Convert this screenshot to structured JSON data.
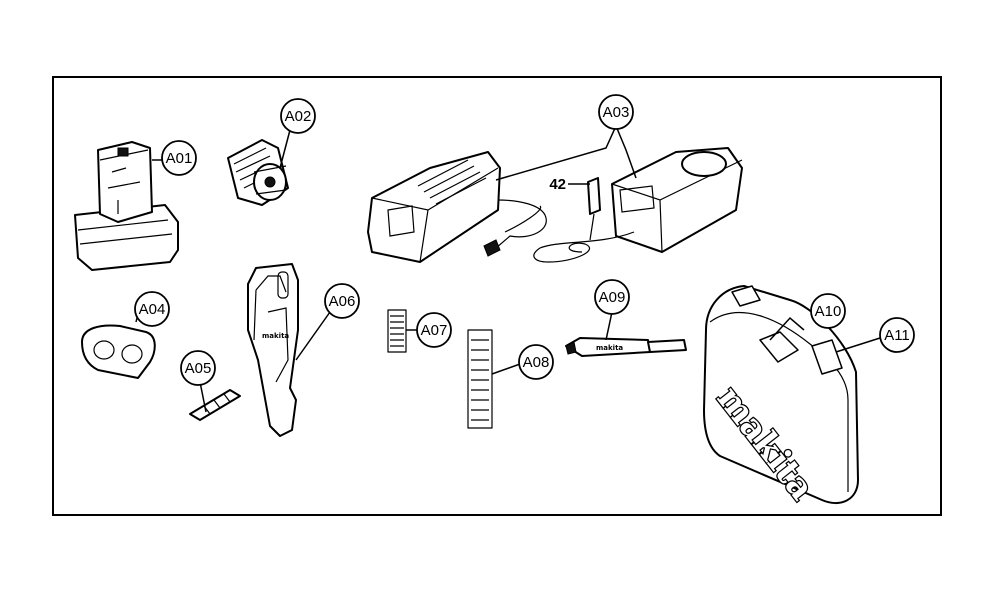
{
  "parts": [
    {
      "id": "A01",
      "item": "battery"
    },
    {
      "id": "A02",
      "item": "keyless-chuck"
    },
    {
      "id": "A03",
      "item": "battery-charger"
    },
    {
      "id": "A04",
      "item": "battery-cover"
    },
    {
      "id": "A05",
      "item": "bit"
    },
    {
      "id": "A06",
      "item": "holster"
    },
    {
      "id": "A07",
      "item": "bit-set-small"
    },
    {
      "id": "A08",
      "item": "bit-set-large"
    },
    {
      "id": "A09",
      "item": "magnetic-bit-holder"
    },
    {
      "id": "A10",
      "item": "carrying-case"
    },
    {
      "id": "A11",
      "item": "case-latch"
    }
  ],
  "callout_number": "42",
  "brand": {
    "case_logo": "makita",
    "holder_logo": "makita",
    "holster_logo": "makita"
  },
  "colors": {
    "line": "#000000",
    "background": "#ffffff"
  }
}
